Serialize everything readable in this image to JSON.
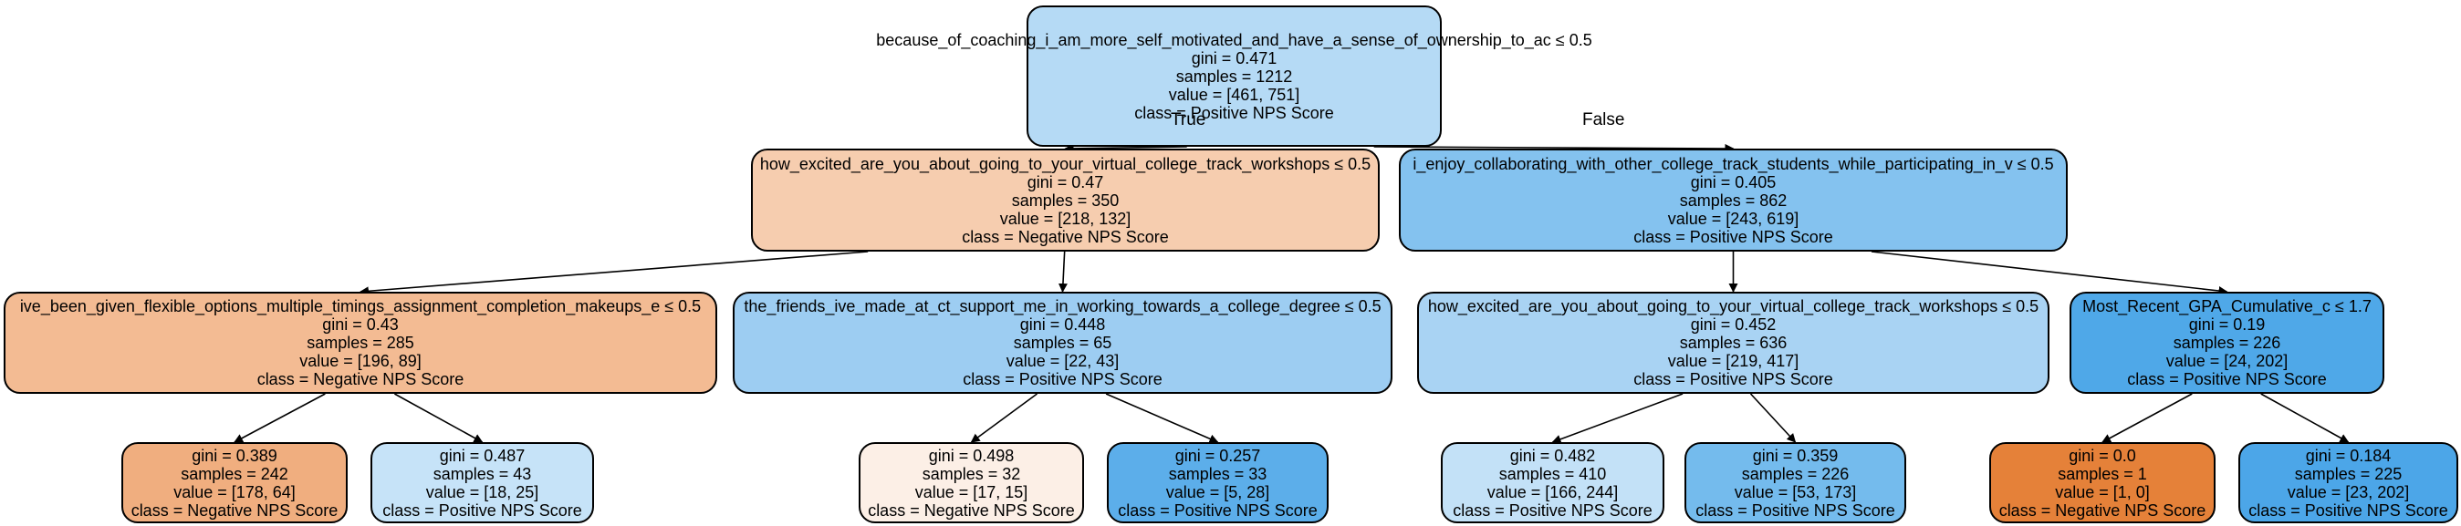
{
  "tree": {
    "nodes": [
      {
        "id": "n0",
        "color": "#b5daf5",
        "lines": [
          "because_of_coaching_i_am_more_self_motivated_and_have_a_sense_of_ownership_to_ac ≤ 0.5",
          "gini = 0.471",
          "samples = 1212",
          "value = [461, 751]",
          "class = Positive NPS Score"
        ]
      },
      {
        "id": "n1",
        "color": "#f6cdaf",
        "lines": [
          "how_excited_are_you_about_going_to_your_virtual_college_track_workshops ≤ 0.5",
          "gini = 0.47",
          "samples = 350",
          "value = [218, 132]",
          "class = Negative NPS Score"
        ]
      },
      {
        "id": "n2",
        "color": "#84c2ef",
        "lines": [
          "i_enjoy_collaborating_with_other_college_track_students_while_participating_in_v ≤ 0.5",
          "gini = 0.405",
          "samples = 862",
          "value = [243, 619]",
          "class = Positive NPS Score"
        ]
      },
      {
        "id": "n3",
        "color": "#f3bb93",
        "lines": [
          "ive_been_given_flexible_options_multiple_timings_assignment_completion_makeups_e ≤ 0.5",
          "gini = 0.43",
          "samples = 285",
          "value = [196, 89]",
          "class = Negative NPS Score"
        ]
      },
      {
        "id": "n4",
        "color": "#9dcdf2",
        "lines": [
          "the_friends_ive_made_at_ct_support_me_in_working_towards_a_college_degree ≤ 0.5",
          "gini = 0.448",
          "samples = 65",
          "value = [22, 43]",
          "class = Positive NPS Score"
        ]
      },
      {
        "id": "n5",
        "color": "#a9d3f3",
        "lines": [
          "how_excited_are_you_about_going_to_your_virtual_college_track_workshops ≤ 0.5",
          "gini = 0.452",
          "samples = 636",
          "value = [219, 417]",
          "class = Positive NPS Score"
        ]
      },
      {
        "id": "n6",
        "color": "#4fa8e8",
        "lines": [
          "Most_Recent_GPA_Cumulative_c ≤ 1.7",
          "gini = 0.19",
          "samples = 226",
          "value = [24, 202]",
          "class = Positive NPS Score"
        ]
      },
      {
        "id": "n7",
        "color": "#f0ae7f",
        "lines": [
          "gini = 0.389",
          "samples = 242",
          "value = [178, 64]",
          "class = Negative NPS Score"
        ]
      },
      {
        "id": "n8",
        "color": "#c6e3f8",
        "lines": [
          "gini = 0.487",
          "samples = 43",
          "value = [18, 25]",
          "class = Positive NPS Score"
        ]
      },
      {
        "id": "n9",
        "color": "#fcefe6",
        "lines": [
          "gini = 0.498",
          "samples = 32",
          "value = [17, 15]",
          "class = Negative NPS Score"
        ]
      },
      {
        "id": "n10",
        "color": "#5caeea",
        "lines": [
          "gini = 0.257",
          "samples = 33",
          "value = [5, 28]",
          "class = Positive NPS Score"
        ]
      },
      {
        "id": "n11",
        "color": "#c3e1f7",
        "lines": [
          "gini = 0.482",
          "samples = 410",
          "value = [166, 244]",
          "class = Positive NPS Score"
        ]
      },
      {
        "id": "n12",
        "color": "#74bbed",
        "lines": [
          "gini = 0.359",
          "samples = 226",
          "value = [53, 173]",
          "class = Positive NPS Score"
        ]
      },
      {
        "id": "n13",
        "color": "#e58139",
        "lines": [
          "gini = 0.0",
          "samples = 1",
          "value = [1, 0]",
          "class = Negative NPS Score"
        ]
      },
      {
        "id": "n14",
        "color": "#4ca6e8",
        "lines": [
          "gini = 0.184",
          "samples = 225",
          "value = [23, 202]",
          "class = Positive NPS Score"
        ]
      }
    ],
    "edges": [
      {
        "from": "n0",
        "to": "n1",
        "label": "True"
      },
      {
        "from": "n0",
        "to": "n2",
        "label": "False"
      },
      {
        "from": "n1",
        "to": "n3",
        "label": ""
      },
      {
        "from": "n1",
        "to": "n4",
        "label": ""
      },
      {
        "from": "n2",
        "to": "n5",
        "label": ""
      },
      {
        "from": "n2",
        "to": "n6",
        "label": ""
      },
      {
        "from": "n3",
        "to": "n7",
        "label": ""
      },
      {
        "from": "n3",
        "to": "n8",
        "label": ""
      },
      {
        "from": "n4",
        "to": "n9",
        "label": ""
      },
      {
        "from": "n4",
        "to": "n10",
        "label": ""
      },
      {
        "from": "n5",
        "to": "n11",
        "label": ""
      },
      {
        "from": "n5",
        "to": "n12",
        "label": ""
      },
      {
        "from": "n6",
        "to": "n13",
        "label": ""
      },
      {
        "from": "n6",
        "to": "n14",
        "label": ""
      }
    ]
  }
}
